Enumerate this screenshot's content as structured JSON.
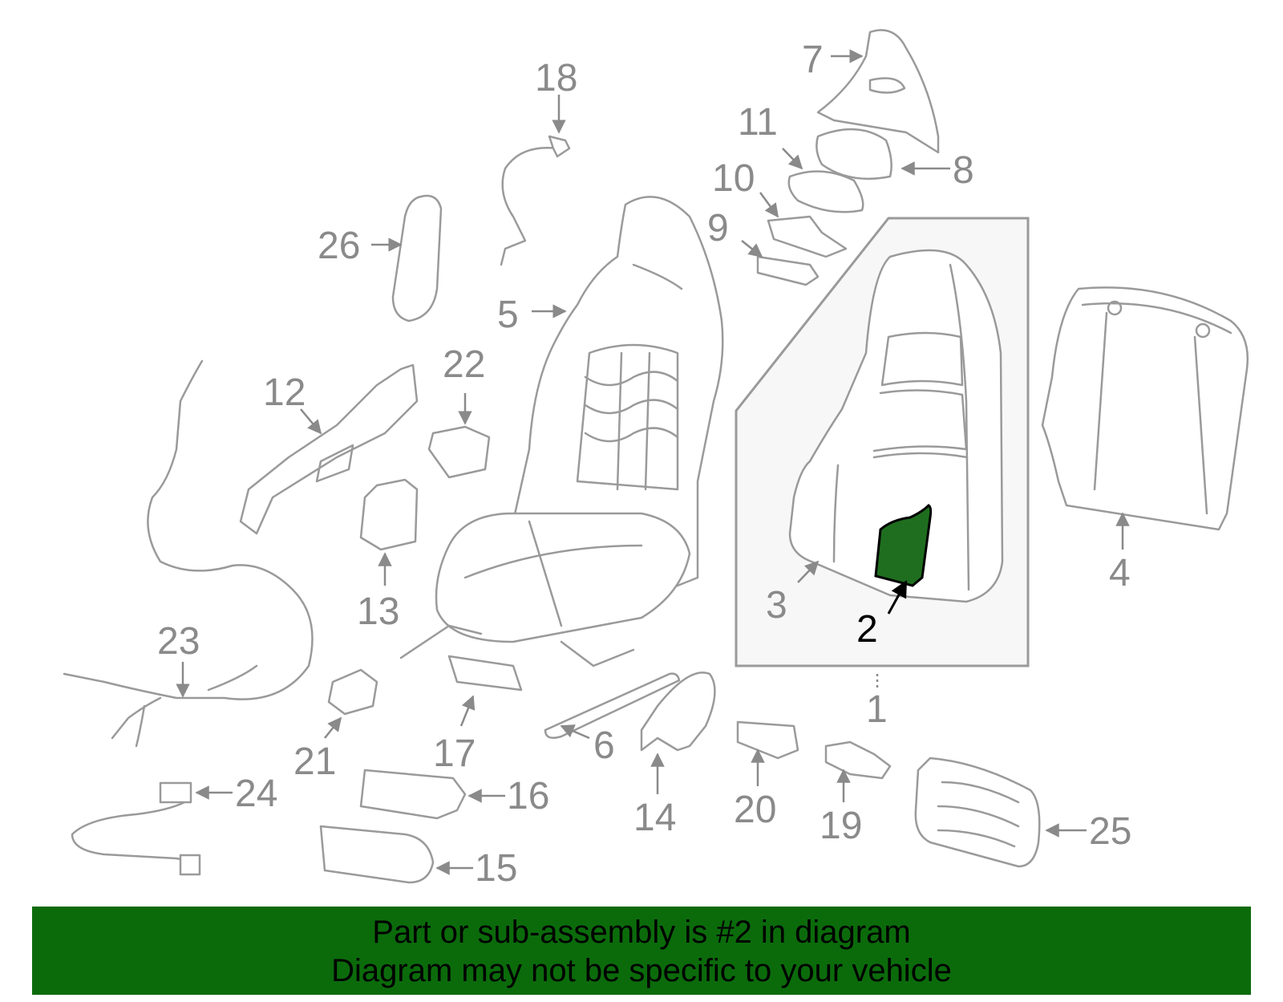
{
  "diagram": {
    "highlight_color": "#1f6e1f",
    "highlighted_part": "2",
    "labels": {
      "l1": "1",
      "l2": "2",
      "l3": "3",
      "l4": "4",
      "l5": "5",
      "l6": "6",
      "l7": "7",
      "l8": "8",
      "l9": "9",
      "l10": "10",
      "l11": "11",
      "l12": "12",
      "l13": "13",
      "l14": "14",
      "l15": "15",
      "l16": "16",
      "l17": "17",
      "l18": "18",
      "l19": "19",
      "l20": "20",
      "l21": "21",
      "l22": "22",
      "l23": "23",
      "l24": "24",
      "l25": "25",
      "l26": "26"
    }
  },
  "banner": {
    "line1": "Part or sub-assembly is #2 in diagram",
    "line2": "Diagram may not be specific to your vehicle",
    "background": "#0b6b0b"
  }
}
